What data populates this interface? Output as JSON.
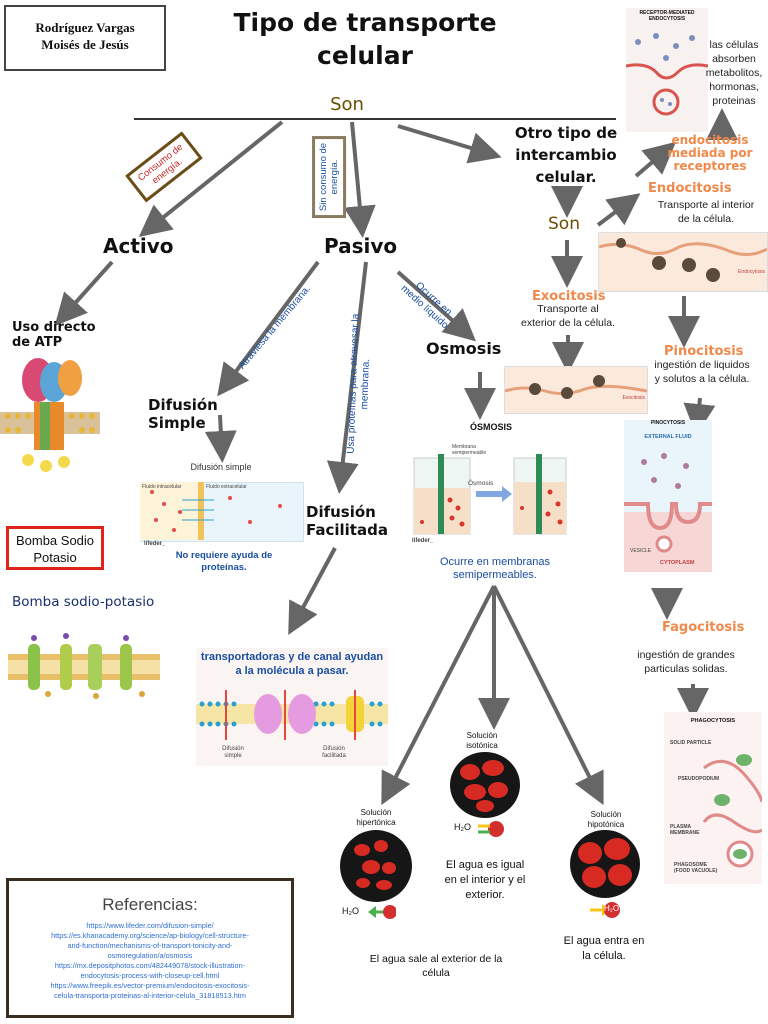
{
  "header": {
    "author_line1": "Rodríguez Vargas",
    "author_line2": "Moisés de Jesús",
    "title_line1": "Tipo de transporte",
    "title_line2": "celular"
  },
  "main": {
    "son_label": "Son",
    "activo_label": "Activo",
    "pasivo_label": "Pasivo",
    "otro_tipo_line1": "Otro tipo de",
    "otro_tipo_line2": "intercambio",
    "otro_tipo_line3": "celular.",
    "otro_son_label": "Son",
    "consumo_line1": "Consumo de",
    "consumo_line2": "energía.",
    "sin_consumo_line1": "Sin consumo de",
    "sin_consumo_line2": "energía."
  },
  "activo": {
    "uso_directo_line1": "Uso directo",
    "uso_directo_line2": "de ATP",
    "bomba_box_line1": "Bomba Sodio",
    "bomba_box_line2": "Potasio",
    "bomba_caption": "Bomba sodio-potasio"
  },
  "pasivo": {
    "atraviesa_label": "Atraviesa la membrana.",
    "usa_proteinas_line1": "Usa proteínas para atravesar la",
    "usa_proteinas_line2": "membrana.",
    "ocurre_line1": "Ocurre en",
    "ocurre_line2": "medio líquido.",
    "difusion_simple_line1": "Difusión",
    "difusion_simple_line2": "Simple",
    "difusion_simple_img_title": "Difusión simple",
    "fluido_intracelular": "Fluido intracelular",
    "fluido_extracelular": "Fluido extracelular",
    "lifeder": "lifeder_",
    "no_requiere_line1": "No requiere ayuda de",
    "no_requiere_line2": "proteínas.",
    "difusion_facilitada_line1": "Difusión",
    "difusion_facilitada_line2": "Facilitada",
    "transportadoras_line1": "transportadoras y de canal ayudan",
    "transportadoras_line2": "a la molécula a pasar.",
    "img_label_simple": "Difusión simple",
    "img_label_facilitada": "Difusión facilitada",
    "osmosis_label": "Osmosis",
    "osmosis_img_title": "ÓSMOSIS",
    "osmosis_img_arrow": "Ósmosis",
    "membrana_semi": "Membrana semipermeable",
    "ocurre_membranas_line1": "Ocurre en membranas",
    "ocurre_membranas_line2": "semipermeables."
  },
  "soluciones": {
    "hipertonica_line1": "Solución",
    "hipertonica_line2": "hipertónica",
    "isotonica_line1": "Solución",
    "isotonica_line2": "isotónica",
    "hipotonica_line1": "Solución",
    "hipotonica_line2": "hipotónica",
    "h2o": "H₂O",
    "agua_sale_line1": "El agua sale al exterior de la",
    "agua_sale_line2": "célula",
    "agua_igual_line1": "El agua es igual",
    "agua_igual_line2": "en el interior y el",
    "agua_igual_line3": "exterior.",
    "agua_entra_line1": "El agua entra en",
    "agua_entra_line2": "la célula."
  },
  "otro": {
    "receptor_img_line1": "RECEPTOR-MEDIATED",
    "receptor_img_line2": "ENDOCYTOSIS",
    "absorben_line1": "las células",
    "absorben_line2": "absorben",
    "absorben_line3": "metabolitos,",
    "absorben_line4": "hormonas,",
    "absorben_line5": "proteinas",
    "endo_receptores_line1": "endocitosis",
    "endo_receptores_line2": "mediada por",
    "endo_receptores_line3": "receptores",
    "endocitosis_label": "Endocitosis",
    "endocitosis_desc_line1": "Transporte al interior",
    "endocitosis_desc_line2": "de la célula.",
    "endocytosis_img_label": "Endocytosis",
    "exocitosis_label": "Exocitosis",
    "exocitosis_desc_line1": "Transporte al",
    "exocitosis_desc_line2": "exterior de la célula.",
    "exocitosis_img_label": "Exocitosis",
    "pinocitosis_label": "Pinocitosis",
    "pinocitosis_desc_line1": "ingestión de liquidos",
    "pinocitosis_desc_line2": "y solutos a la célula.",
    "pino_img_title": "PINOCYTOSIS",
    "external_fluid": "EXTERNAL FLUID",
    "vesicle": "VESICLE",
    "cytoplasm": "CYTOPLASM",
    "fagocitosis_label": "Fagocitosis",
    "fagocitosis_desc_line1": "ingestión de grandes",
    "fagocitosis_desc_line2": "particulas solidas.",
    "phago_img_title": "PHAGOCYTOSIS",
    "solid_particle": "SOLID PARTICLE",
    "pseudopodium": "PSEUDOPODIUM",
    "plasma_membrane_line1": "PLASMA",
    "plasma_membrane_line2": "MEMBRANE",
    "phagosome_line1": "PHAGOSOME",
    "phagosome_line2": "(FOOD VACUOLE)"
  },
  "referencias": {
    "title": "Referencias:",
    "links": [
      "https://www.lifeder.com/difusion-simple/",
      "https://es.khanacademy.org/science/ap-biology/cell-structure-",
      "and-function/mechanisms-of-transport-tonicity-and-",
      "osmoregulation/a/osmosis",
      "https://mx.depositphotos.com/482449078/stock-illustration-",
      "endocytosis-process-with-closeup-cell.html",
      "https://www.freepik.es/vector-premium/endocitosis-exocitosis-",
      "celula-transporta-proteinas-al-interior-celula_31818513.htm"
    ]
  },
  "colors": {
    "orange": "#f0894a",
    "blue": "#1a4ea0",
    "red_box": "#e0231b",
    "arrow_gray": "#666666"
  }
}
